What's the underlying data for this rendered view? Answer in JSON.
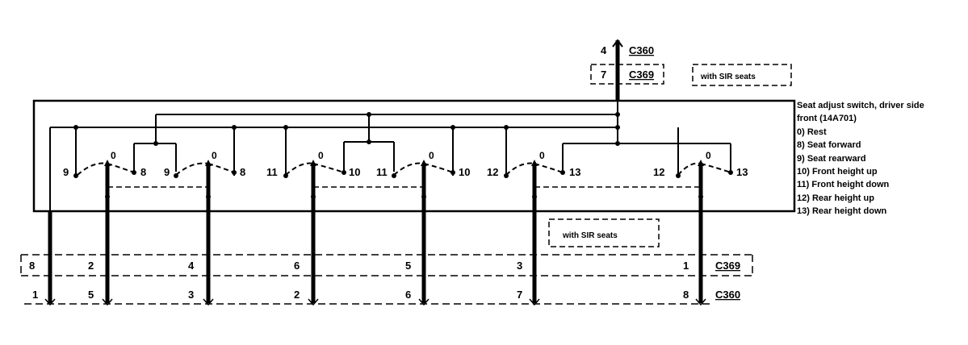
{
  "top_connectors": [
    {
      "pin": "4",
      "name": "C360",
      "dashed": false
    },
    {
      "pin": "7",
      "name": "C369",
      "dashed": true
    }
  ],
  "sir_note_top": "with SIR seats",
  "sir_note_bottom": "with SIR seats",
  "component": {
    "title_line1": "Seat adjust switch, driver side",
    "title_line2": "front (14A701)"
  },
  "legend": [
    "0) Rest",
    "8) Seat forward",
    "9) Seat rearward",
    "10) Front height up",
    "11) Front height down",
    "12) Rear height up",
    "13) Rear height down"
  ],
  "switch_labels": [
    {
      "left": "9",
      "rest": "0",
      "right": "8"
    },
    {
      "left": "9",
      "rest": "0",
      "right": "8"
    },
    {
      "left": "11",
      "rest": "0",
      "right": "10"
    },
    {
      "left": "11",
      "rest": "0",
      "right": "10"
    },
    {
      "left": "12",
      "rest": "0",
      "right": "13"
    },
    {
      "left": "12",
      "rest": "0",
      "right": "13"
    }
  ],
  "bottom_connectors": [
    {
      "name": "C369",
      "dashed": true,
      "pins": [
        "8",
        "2",
        "4",
        "6",
        "5",
        "3",
        "1"
      ]
    },
    {
      "name": "C360",
      "dashed": false,
      "pins": [
        "1",
        "5",
        "3",
        "2",
        "6",
        "7",
        "8"
      ]
    }
  ]
}
